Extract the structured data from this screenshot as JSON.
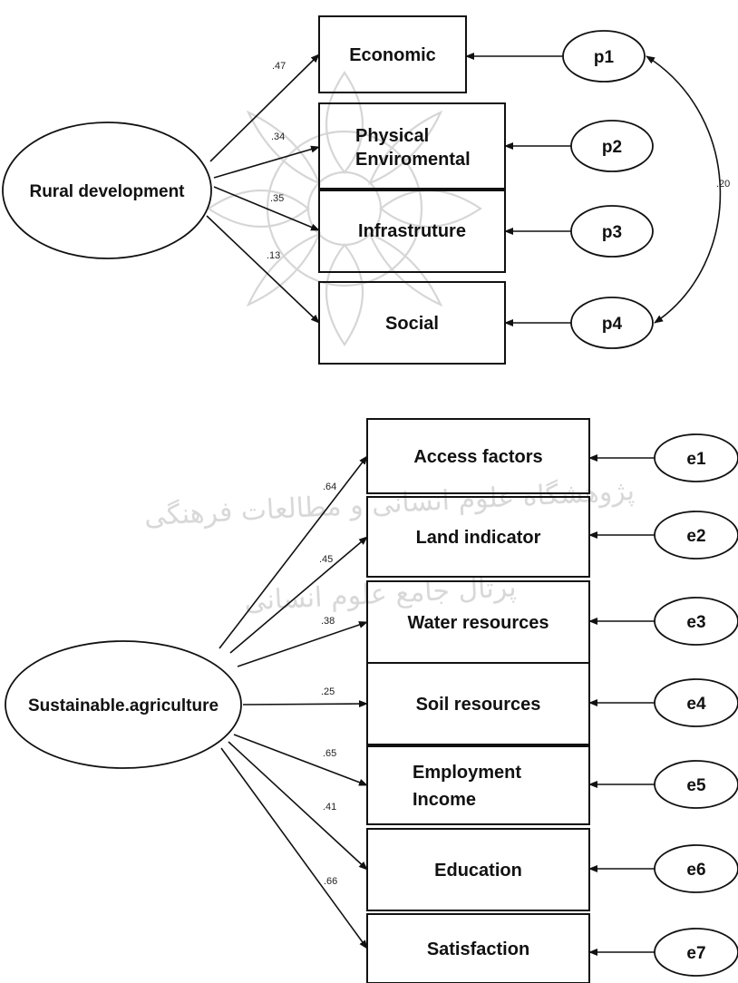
{
  "top_model": {
    "latent": "Rural development",
    "indicators": [
      {
        "label_lines": [
          "Economic"
        ],
        "coef": ".47",
        "error": "p1"
      },
      {
        "label_lines": [
          "Physical",
          "Enviromental"
        ],
        "coef": ".34",
        "error": "p2"
      },
      {
        "label_lines": [
          "Infrastruture"
        ],
        "coef": ".35",
        "error": "p3"
      },
      {
        "label_lines": [
          "Social"
        ],
        "coef": ".13",
        "error": "p4"
      }
    ],
    "error_covariance": {
      "from": "p1",
      "to": "p4",
      "value": ".20"
    }
  },
  "bottom_model": {
    "latent": "Sustainable.agriculture",
    "indicators": [
      {
        "label_lines": [
          "Access factors"
        ],
        "coef": ".64",
        "error": "e1"
      },
      {
        "label_lines": [
          "Land indicator"
        ],
        "coef": ".45",
        "error": "e2"
      },
      {
        "label_lines": [
          "Water resources"
        ],
        "coef": ".38",
        "error": "e3"
      },
      {
        "label_lines": [
          "Soil resources"
        ],
        "coef": ".25",
        "error": "e4"
      },
      {
        "label_lines": [
          "Employment",
          "Income"
        ],
        "coef": ".65",
        "error": "e5"
      },
      {
        "label_lines": [
          "Education"
        ],
        "coef": ".41",
        "error": "e6"
      },
      {
        "label_lines": [
          "Satisfaction"
        ],
        "coef": ".66",
        "error": "e7"
      }
    ]
  },
  "watermark": {
    "line1": "پژوهشگاه علوم انسانی و مطالعات فرهنگی",
    "line2": "پرتال جامع علوم انسانی"
  }
}
